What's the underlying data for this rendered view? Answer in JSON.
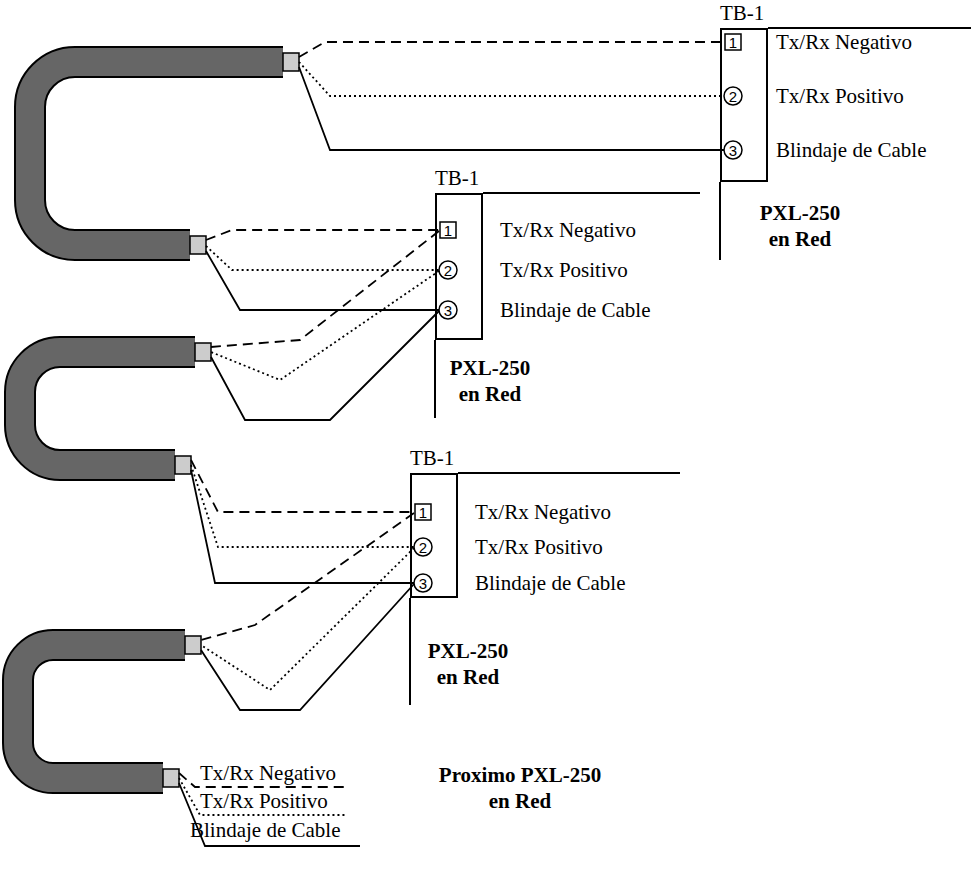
{
  "diagram": {
    "nodes": [
      {
        "text": [
          "TB-1"
        ]
      },
      {
        "text": [
          "TB-1"
        ]
      },
      {
        "text": [
          "TB-1"
        ]
      }
    ],
    "labels": [
      "1",
      "2",
      "3",
      "Tx/Rx Negativo",
      "Tx/Rx Positivo",
      "Blindaje de Cable",
      "PXL-250 en Red",
      "1",
      "2",
      "3",
      "Tx/Rx Negativo",
      "Tx/Rx Positivo",
      "Blindaje de Cable",
      "PXL-250 en Red",
      "1",
      "2",
      "3",
      "Tx/Rx Negativo",
      "Tx/Rx Positivo",
      "Blindaje de Cable",
      "PXL-250 en Red",
      "Tx/Rx Negativo",
      "Tx/Rx Positivo",
      "Blindaje de Cable",
      "Proximo PXL-250 en Red"
    ]
  }
}
